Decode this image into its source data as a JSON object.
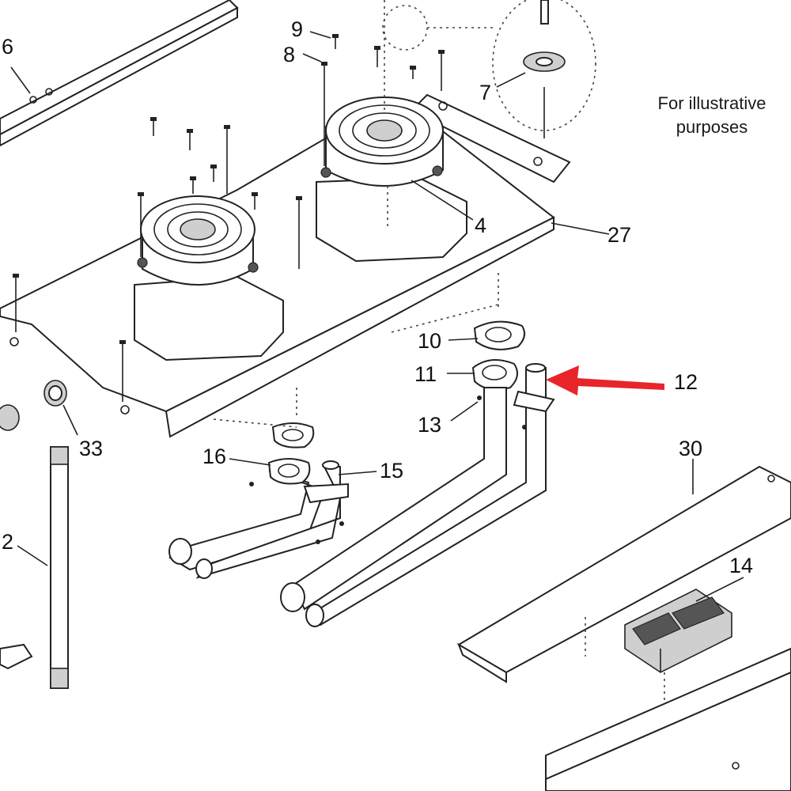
{
  "note": {
    "line1": "For illustrative",
    "line2": "purposes"
  },
  "callouts": {
    "c6": "6",
    "c9": "9",
    "c8": "8",
    "c7": "7",
    "c4": "4",
    "c27": "27",
    "c10": "10",
    "c11": "11",
    "c12": "12",
    "c13": "13",
    "c33": "33",
    "c16": "16",
    "c15": "15",
    "c30": "30",
    "c14": "14",
    "c2": "2"
  },
  "colors": {
    "arrow": "#e8252a",
    "line": "#222222",
    "background": "#ffffff"
  }
}
